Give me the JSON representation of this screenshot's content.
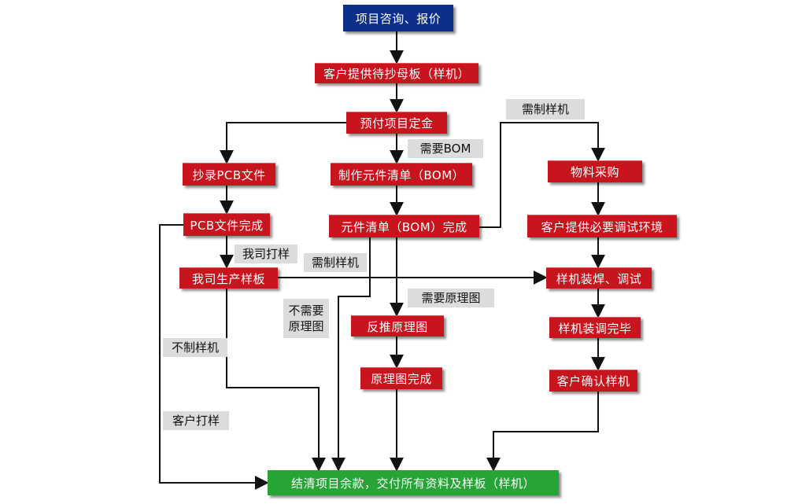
{
  "colors": {
    "start": "#0d2f8c",
    "step": "#c8141c",
    "end": "#26a435",
    "label_bg": "#dcdcdc",
    "line": "#111111"
  },
  "nodes": {
    "inquiry": "项目咨询、报价",
    "customer_board": "客户提供待抄母板（样机）",
    "deposit": "预付项目定金",
    "copy_pcb": "抄录PCB文件",
    "make_bom": "制作元件清单（BOM）",
    "purchase": "物料采购",
    "pcb_done": "PCB文件完成",
    "bom_done": "元件清单（BOM）完成",
    "customer_env": "客户提供必要调试环境",
    "produce_board": "我司生产样板",
    "assemble": "样机装焊、调试",
    "reverse_schematic": "反推原理图",
    "assemble_done": "样机装调完毕",
    "schematic_done": "原理图完成",
    "customer_confirm": "客户确认样机",
    "final": "结清项目余款，交付所有资料及样板（样机）"
  },
  "labels": {
    "need_sample_top": "需制样机",
    "need_bom": "需要BOM",
    "we_print": "我司打样",
    "need_sample_mid": "需制样机",
    "need_schematic": "需要原理图",
    "no_schematic_1": "不需要",
    "no_schematic_2": "原理图",
    "no_sample": "不制样机",
    "customer_print": "客户打样"
  }
}
